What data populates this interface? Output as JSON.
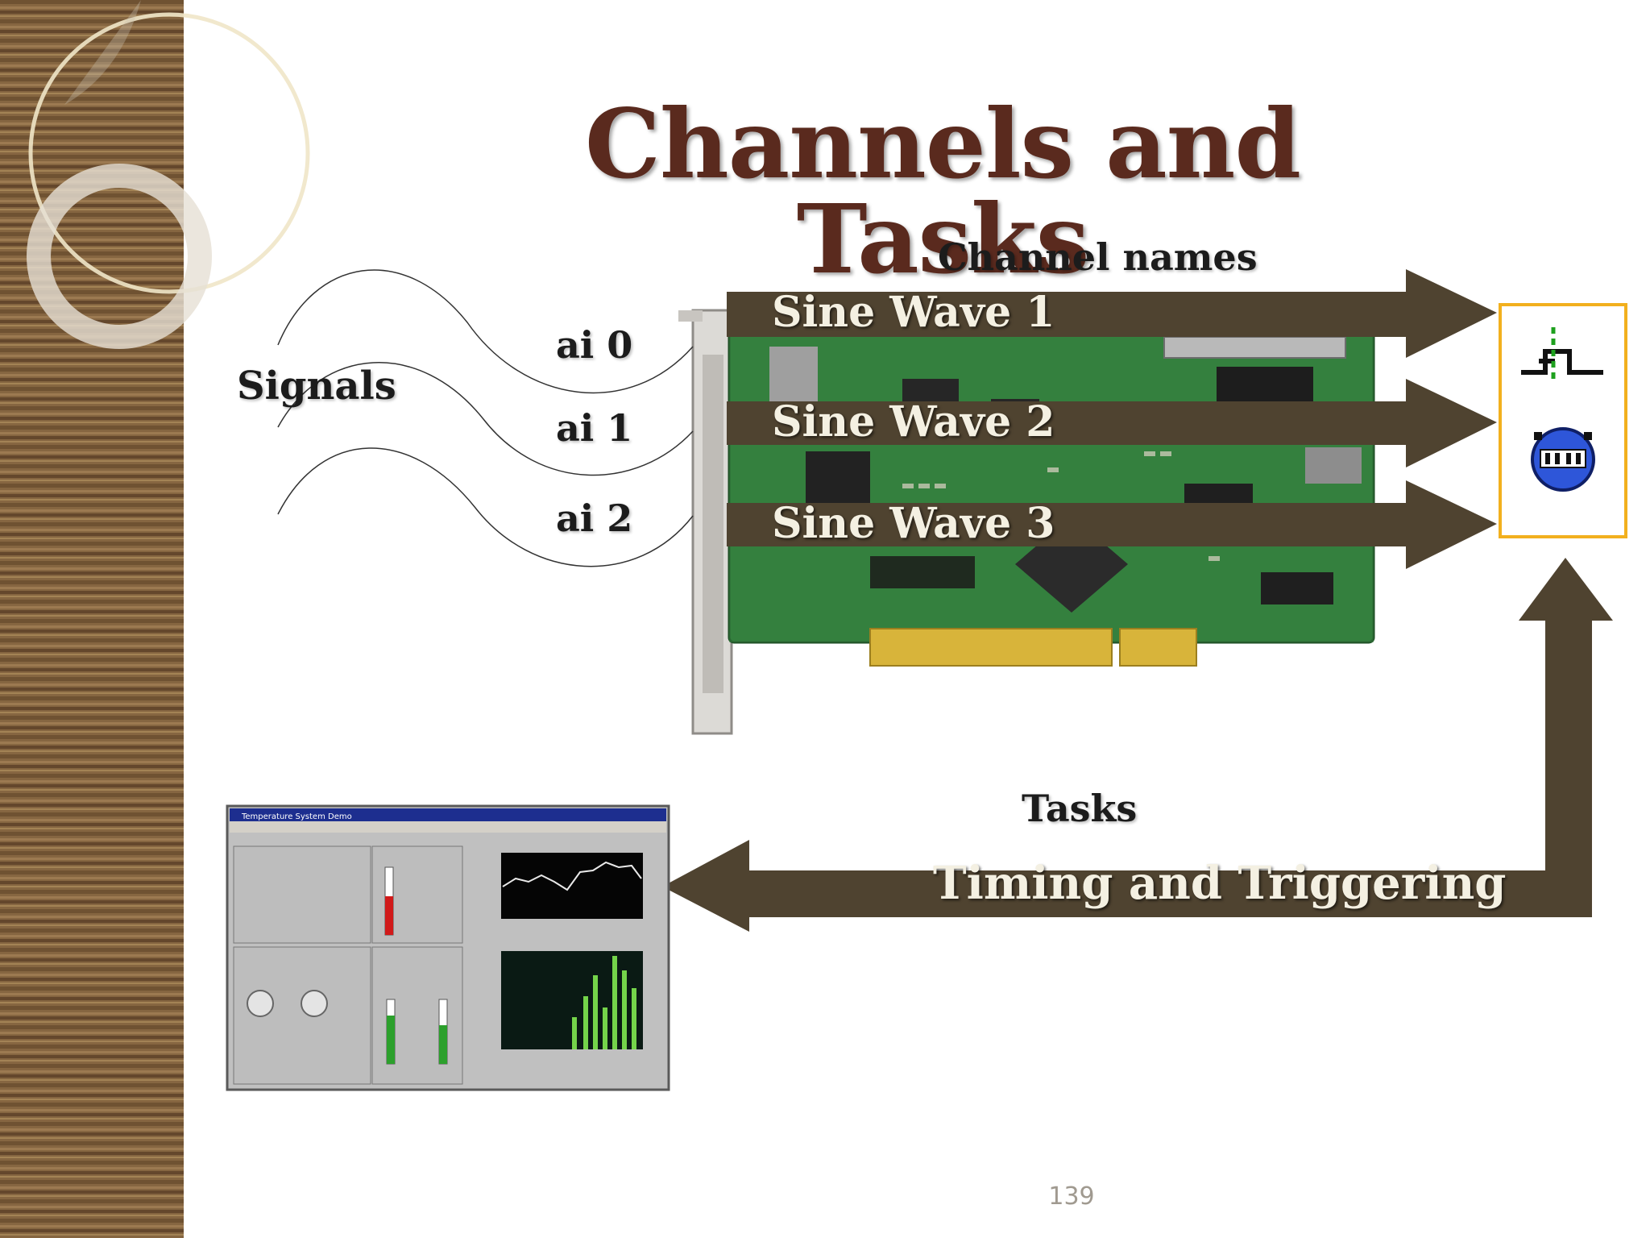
{
  "title": "Channels and Tasks",
  "labels": {
    "signals": "Signals",
    "channel_names": "Channel names",
    "tasks": "Tasks",
    "timing": "Timing and Triggering"
  },
  "physical_channels": [
    "ai 0",
    "ai 1",
    "ai 2"
  ],
  "virtual_channels": [
    "Sine Wave 1",
    "Sine Wave 2",
    "Sine Wave 3"
  ],
  "page_number": "139",
  "colors": {
    "title": "#5a2a1e",
    "arrow": "#4f4330",
    "task_box_border": "#f2b01e",
    "arrow_text": "#f4f0e2"
  },
  "icons": [
    "daq-card-image",
    "timing-trigger-icon",
    "task-clock-icon",
    "labview-front-panel-screenshot"
  ]
}
